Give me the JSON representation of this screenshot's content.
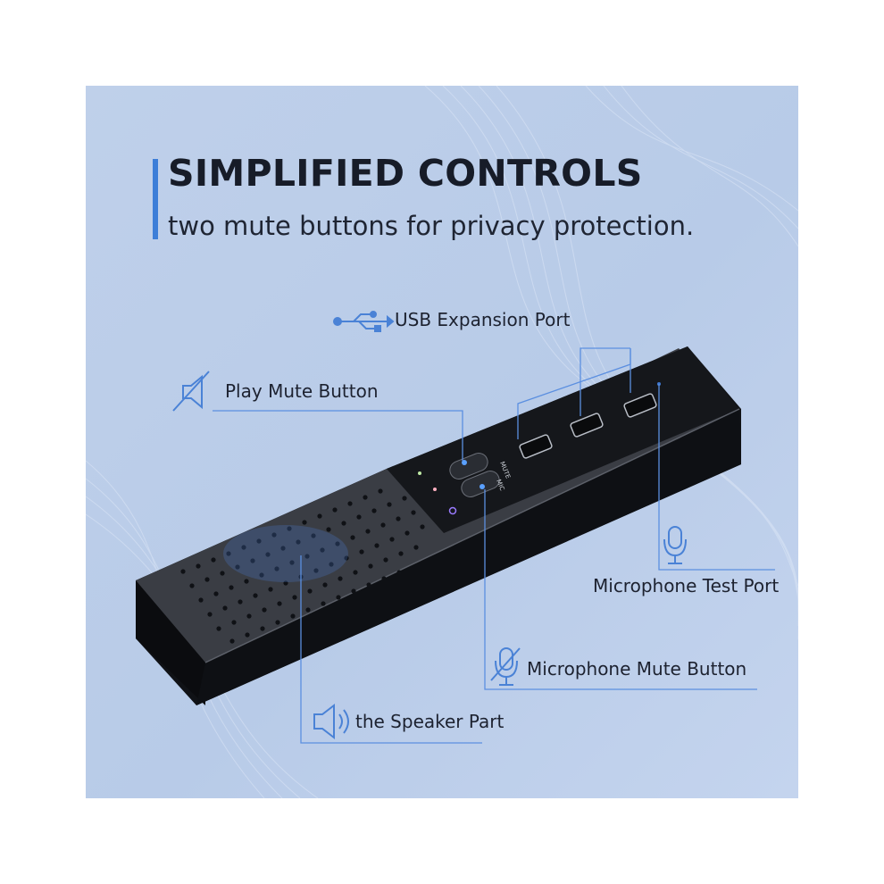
{
  "headline": "SIMPLIFIED CONTROLS",
  "subheadline": "two mute buttons for privacy protection.",
  "callouts": {
    "usb": "USB Expansion Port",
    "play_mute": "Play Mute Button",
    "mic_test": "Microphone Test Port",
    "mic_mute": "Microphone Mute Button",
    "speaker": "the Speaker Part"
  },
  "device_labels": {
    "mic": "MIC",
    "mute": "MUTE"
  },
  "colors": {
    "accent": "#3d7ed8",
    "leader_line": "#5b8fe0",
    "icon": "#4a82d6",
    "background": "#bfd0ea",
    "device_body": "#1b1d22"
  },
  "icons": [
    "usb-icon",
    "speaker-muted-icon",
    "microphone-icon",
    "microphone-muted-icon",
    "speaker-icon"
  ]
}
